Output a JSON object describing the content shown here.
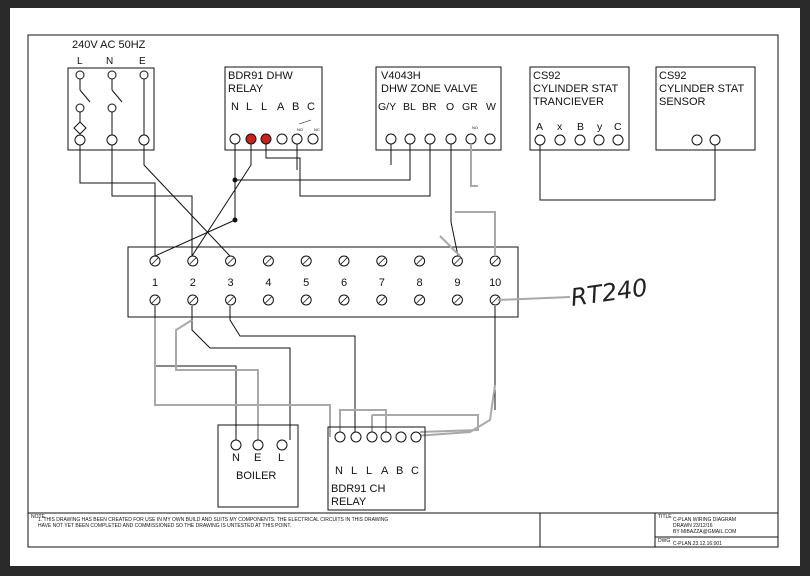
{
  "supply": {
    "title": "240V AC 50HZ",
    "terminals": [
      "L",
      "N",
      "E"
    ]
  },
  "dhw_relay": {
    "title": "BDR91 DHW",
    "subtitle": "RELAY",
    "pins": [
      "N",
      "L",
      "L",
      "A",
      "B",
      "C"
    ],
    "no": "NO",
    "nc": "NC"
  },
  "zone_valve": {
    "title": "V4043H",
    "subtitle": "DHW ZONE VALVE",
    "pins": [
      "G/Y",
      "BL",
      "BR",
      "O",
      "GR",
      "W"
    ],
    "no": "NO"
  },
  "cs92_trans": {
    "title": "CS92",
    "line2": "CYLINDER STAT",
    "line3": "TRANCIEVER",
    "pins": [
      "A",
      "x",
      "B",
      "y",
      "C"
    ]
  },
  "cs92_sensor": {
    "title": "CS92",
    "line2": "CYLINDER STAT",
    "line3": "SENSOR"
  },
  "strip": {
    "numbers": [
      "1",
      "2",
      "3",
      "4",
      "5",
      "6",
      "7",
      "8",
      "9",
      "10"
    ]
  },
  "boiler": {
    "pins": [
      "N",
      "E",
      "L"
    ],
    "label": "BOILER"
  },
  "ch_relay": {
    "pins": [
      "N",
      "L",
      "L",
      "A",
      "B",
      "C"
    ],
    "title": "BDR91 CH",
    "subtitle": "RELAY"
  },
  "handwritten": {
    "rt": "RT240"
  },
  "notes": {
    "tag": "NOTE",
    "line1": "1. THIS DRAWING HAS BEEN CREATED FOR USE IN MY OWN  BUILD AND SUITS MY COMPONENTS.  THE ELECTRICAL CIRCUITS IN THIS DRAWING",
    "line2": "HAVE NOT YET BEEN COMPLETED AND COMMISSIONED SO THE DRAWING IS UNTESTED AT THIS POINT."
  },
  "title_block": {
    "tag1": "TITLE",
    "title": "C-PLAN WIRING DIAGRAM",
    "drawn": "DRAWN 23/12/16",
    "by": "BY MIBAZZA@GMAIL.COM",
    "tag2": "DWG",
    "number": "C-PLAN.23.12.16.001"
  },
  "colors": {
    "wire_black": "#111111",
    "wire_grey": "#a9a9a9",
    "relay_dot": "#cc1f1f"
  }
}
